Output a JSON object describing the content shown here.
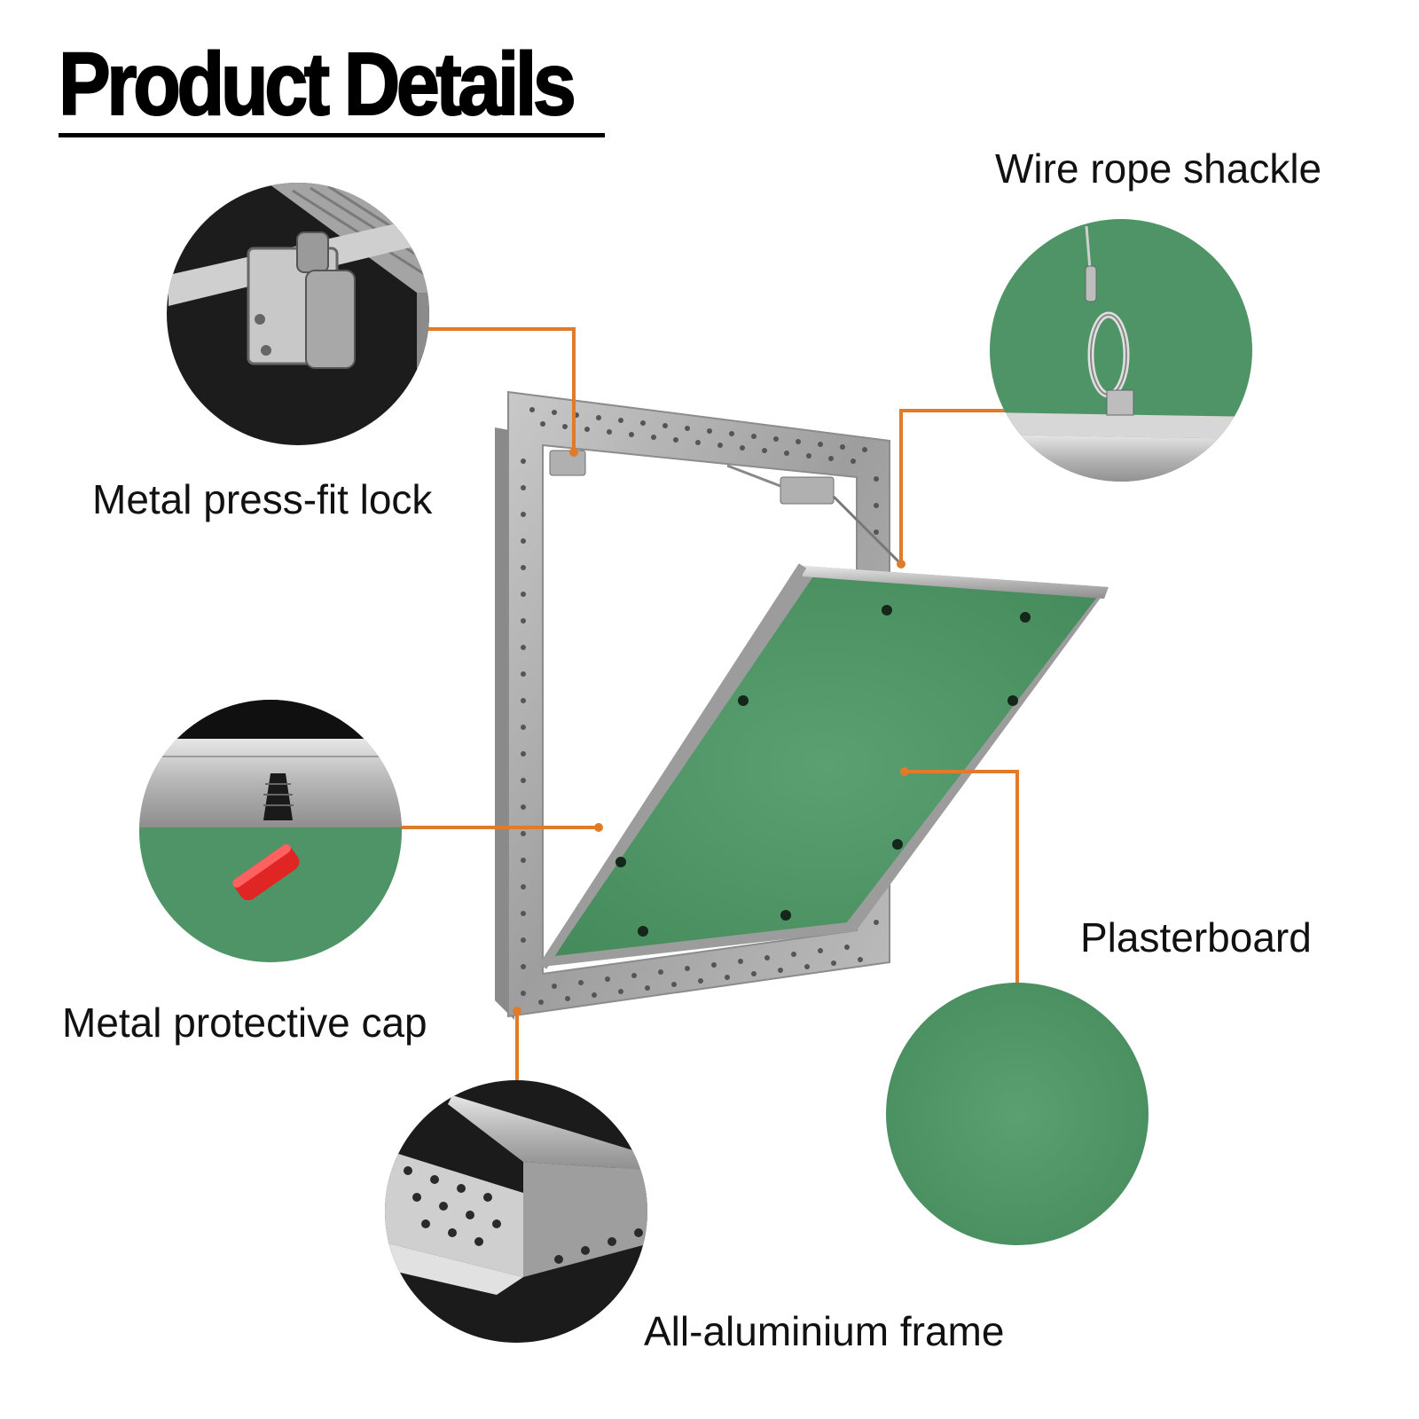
{
  "title": "Product Details",
  "colors": {
    "callout_line": "#E07B2A",
    "plasterboard_green": "#4F9466",
    "aluminium": "#A9A9A9"
  },
  "callouts": [
    {
      "id": "lock",
      "label": "Metal press-fit lock"
    },
    {
      "id": "shackle",
      "label": "Wire rope shackle"
    },
    {
      "id": "cap",
      "label": "Metal protective cap"
    },
    {
      "id": "board",
      "label": "Plasterboard"
    },
    {
      "id": "frame",
      "label": "All-aluminium frame"
    }
  ]
}
